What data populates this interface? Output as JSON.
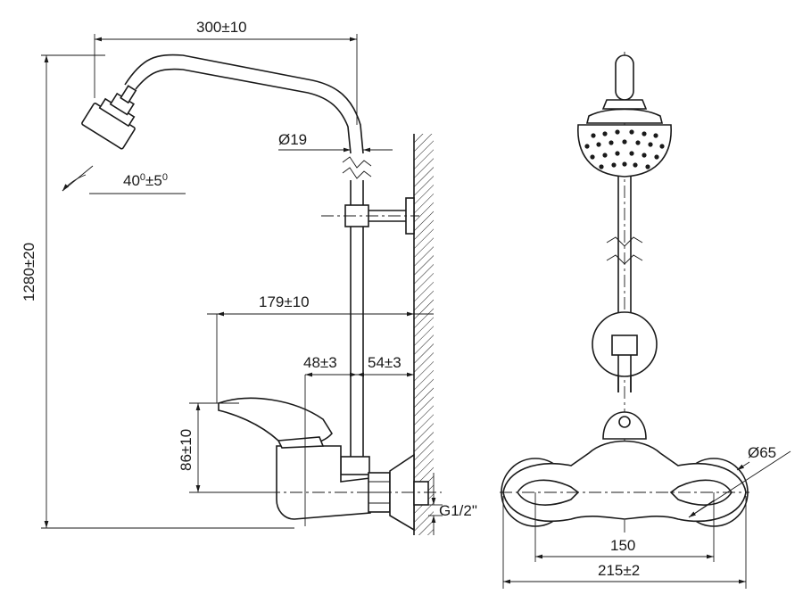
{
  "dimensions": {
    "arm_reach": "300±10",
    "total_height": "1280±20",
    "tilt_angle": "40",
    "tilt_angle_deg": "0",
    "tilt_tolerance": "±5",
    "tilt_tolerance_deg": "0",
    "pipe_diameter": "Ø19",
    "spout_length": "179±10",
    "left_offset": "48±3",
    "right_offset": "54±3",
    "spout_height": "86±10",
    "thread_size": "G1/2\"",
    "flange_diameter": "Ø65",
    "inlet_spacing": "150",
    "overall_width": "215±2"
  },
  "colors": {
    "line": "#1a1a1a",
    "background": "#ffffff"
  }
}
